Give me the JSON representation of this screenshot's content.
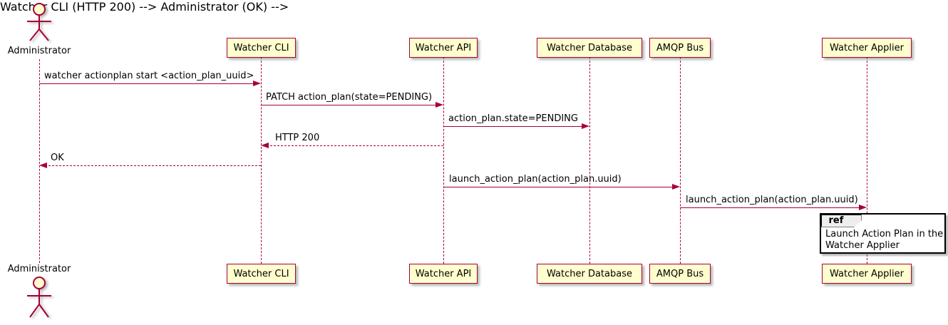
{
  "diagram_type": "uml-sequence-diagram",
  "colors": {
    "accent": "#A80036",
    "participant_fill": "#FEFECE",
    "ref_header_fill": "#EEEEEE",
    "background": "#FFFFFF",
    "text": "#000000"
  },
  "actor": {
    "name": "Administrator"
  },
  "participants": [
    {
      "name": "Watcher CLI"
    },
    {
      "name": "Watcher API"
    },
    {
      "name": "Watcher Database"
    },
    {
      "name": "AMQP Bus"
    },
    {
      "name": "Watcher Applier"
    }
  ],
  "messages": [
    {
      "from": "Administrator",
      "to": "Watcher CLI",
      "label": "watcher actionplan start <action_plan_uuid>",
      "line": "solid",
      "direction": "right"
    },
    {
      "from": "Watcher CLI",
      "to": "Watcher API",
      "label": "PATCH action_plan(state=PENDING)",
      "line": "solid",
      "direction": "right"
    },
    {
      "from": "Watcher API",
      "to": "Watcher Database",
      "label": "action_plan.state=PENDING",
      "line": "solid",
      "direction": "right"
    },
    {
      "from": "Watcher API",
      "to": "Watcher CLI",
      "label": "HTTP 200",
      "line": "dashed",
      "direction": "left"
    },
    {
      "from": "Watcher CLI",
      "to": "Administrator",
      "label": "OK",
      "line": "dashed",
      "direction": "left"
    },
    {
      "from": "Watcher API",
      "to": "AMQP Bus",
      "label": "launch_action_plan(action_plan.uuid)",
      "line": "solid",
      "direction": "right"
    },
    {
      "from": "AMQP Bus",
      "to": "Watcher Applier",
      "label": "launch_action_plan(action_plan.uuid)",
      "line": "solid",
      "direction": "right"
    }
  ],
  "ref_fragment": {
    "keyword": "ref",
    "line1": "Launch Action Plan in the",
    "line2": "Watcher Applier"
  }
}
